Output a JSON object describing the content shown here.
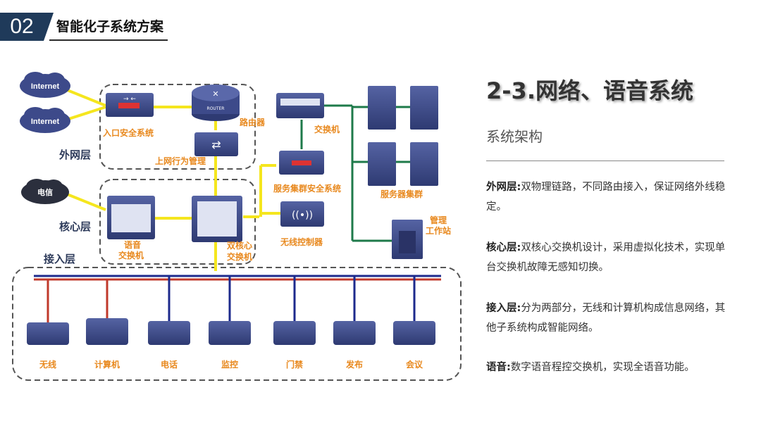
{
  "header": {
    "number": "02",
    "title": "智能化子系统方案"
  },
  "section": {
    "title": "2-3.网络、语音系统",
    "subtitle": "系统架构",
    "items": [
      {
        "term": "外网层:",
        "text": "双物理链路，不同路由接入，保证网络外线稳定。"
      },
      {
        "term": "核心层:",
        "text": "双核心交换机设计，采用虚拟化技术，实现单台交换机故障无感知切换。"
      },
      {
        "term": "接入层:",
        "text": "分为两部分，无线和计算机构成信息网络，其他子系统构成智能网络。"
      },
      {
        "term": "语音:",
        "text": "数字语音程控交换机，实现全语音功能。"
      }
    ]
  },
  "diagram": {
    "clouds": [
      "Internet",
      "Internet",
      "电信"
    ],
    "router_badge": "ROUTER",
    "layers": {
      "outer": "外网层",
      "core": "核心层",
      "access": "接入层"
    },
    "labels": {
      "entry_security": "入口安全系统",
      "router": "路由器",
      "behavior": "上网行为管理",
      "switch": "交换机",
      "cluster_security": "服务集群安全系统",
      "server_cluster": "服务器集群",
      "voice_switch_1": "语音",
      "voice_switch_2": "交换机",
      "dual_core_1": "双核心",
      "dual_core_2": "交换机",
      "wireless_ctrl": "无线控制器",
      "mgmt_1": "管理",
      "mgmt_2": "工作站"
    },
    "endpoints": [
      "无线",
      "计算机",
      "电话",
      "监控",
      "门禁",
      "发布",
      "会议"
    ],
    "colors": {
      "yellow": "#f5e61e",
      "green": "#1e7a4a",
      "red": "#c0392b",
      "blue": "#1d2a8c",
      "device": "#3d4a8a"
    }
  }
}
